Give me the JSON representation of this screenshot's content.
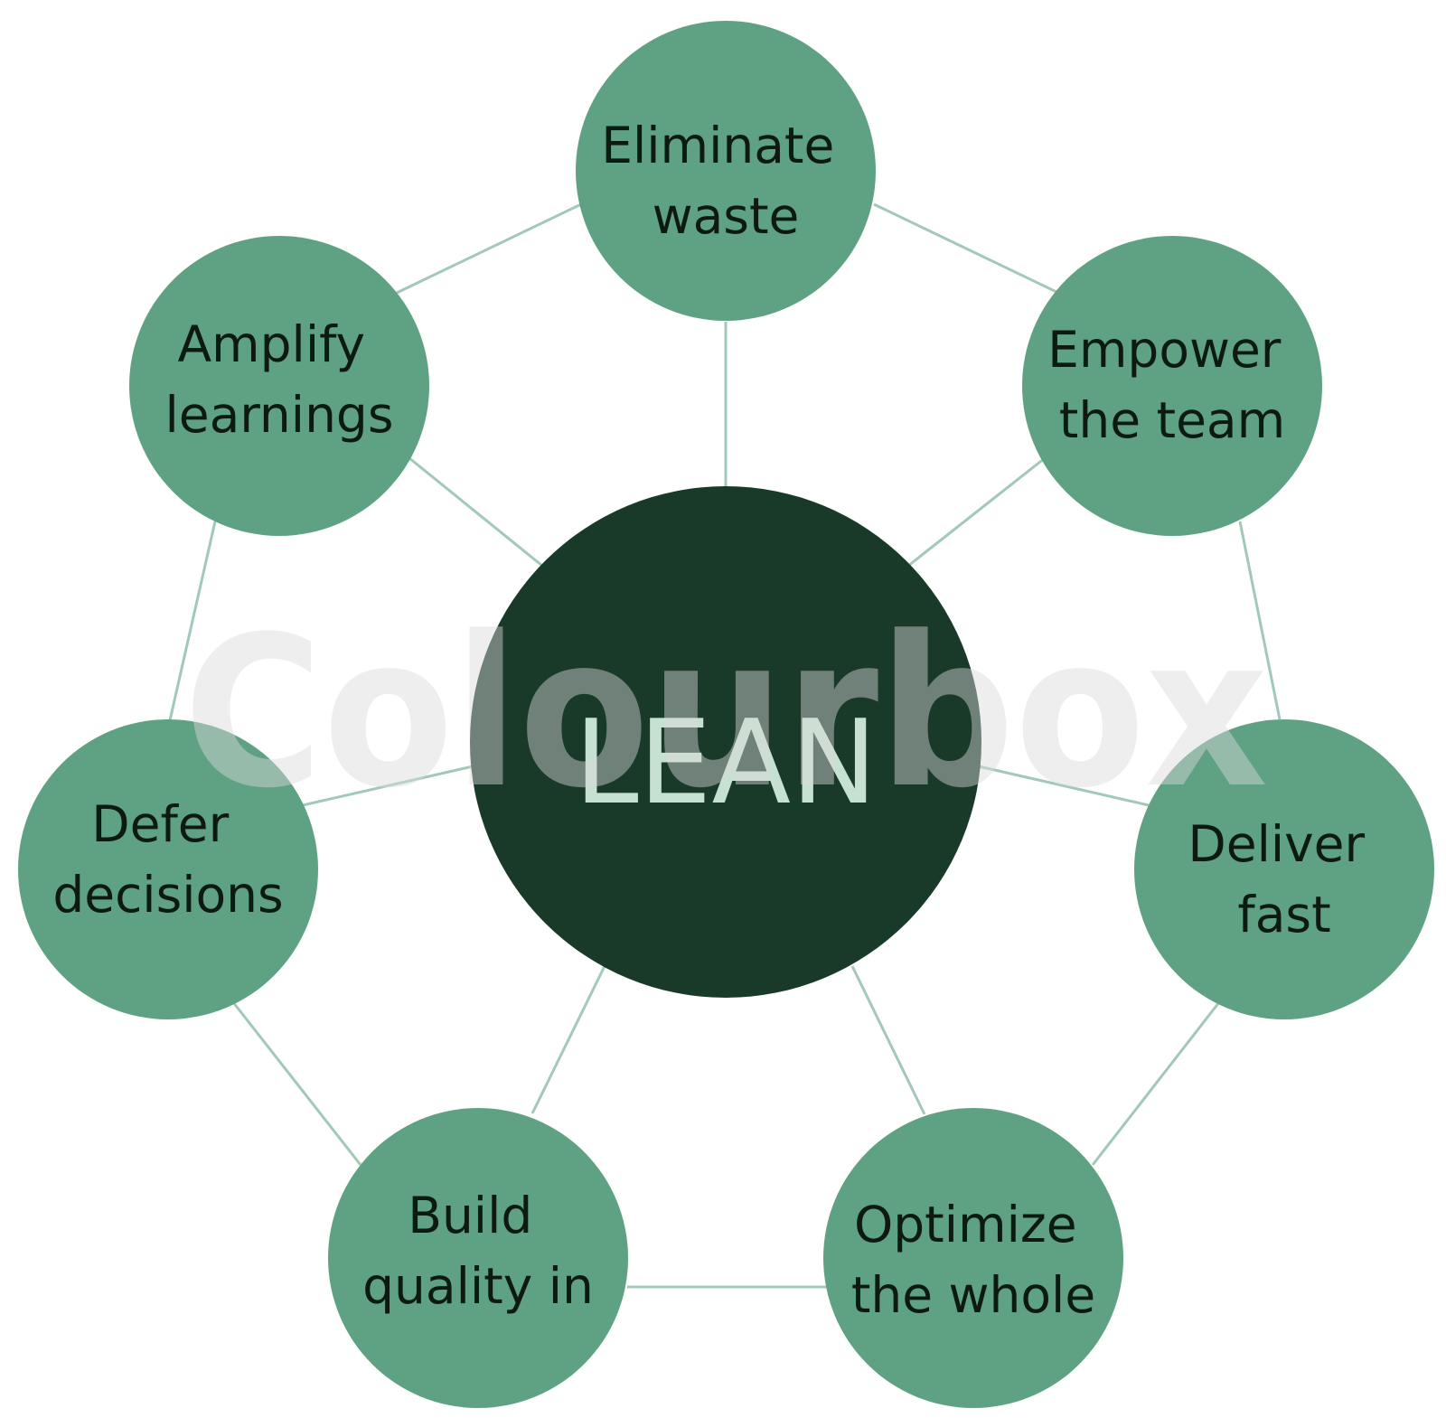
{
  "diagram": {
    "center_label": "LEAN",
    "watermark": "Colourbox",
    "nodes": [
      {
        "lines": [
          "Eliminate",
          "waste"
        ]
      },
      {
        "lines": [
          "Empower",
          "the team"
        ]
      },
      {
        "lines": [
          "Deliver",
          "fast"
        ]
      },
      {
        "lines": [
          "Optimize",
          "the whole"
        ]
      },
      {
        "lines": [
          "Build",
          "quality in"
        ]
      },
      {
        "lines": [
          "Defer",
          "decisions"
        ]
      },
      {
        "lines": [
          "Amplify",
          "learnings"
        ]
      }
    ],
    "colors": {
      "node_fill": "#5fa283",
      "center_fill": "#193a29",
      "connector": "#a2c8b7",
      "center_text": "#c6e1d1",
      "node_text": "#0c1a12"
    }
  }
}
